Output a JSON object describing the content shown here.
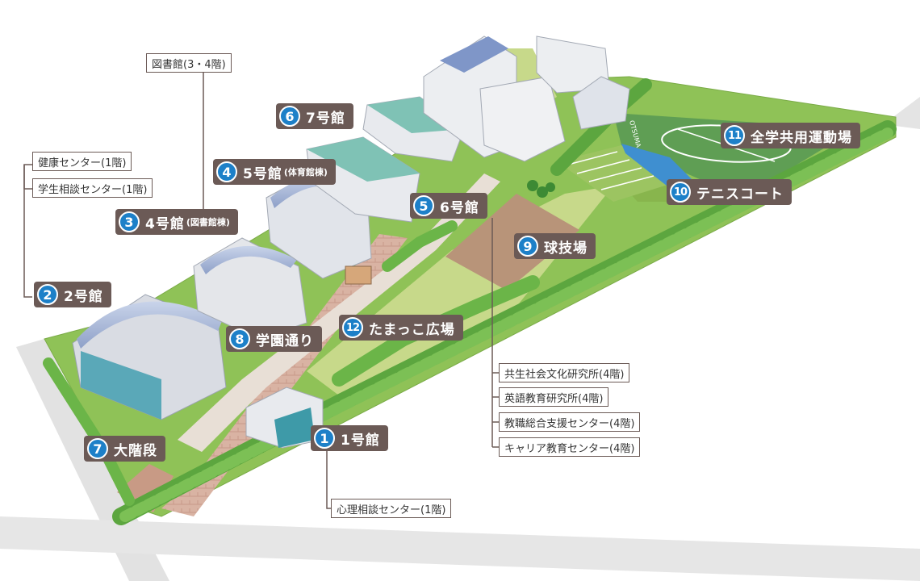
{
  "map": {
    "buildings": [
      {
        "id": "b1",
        "num": "1",
        "name": "1号館",
        "sub": ""
      },
      {
        "id": "b2",
        "num": "2",
        "name": "2号館",
        "sub": ""
      },
      {
        "id": "b3",
        "num": "3",
        "name": "4号館",
        "sub": "(図書館棟)"
      },
      {
        "id": "b4",
        "num": "4",
        "name": "5号館",
        "sub": "(体育館棟)"
      },
      {
        "id": "b5",
        "num": "5",
        "name": "6号館",
        "sub": ""
      },
      {
        "id": "b6",
        "num": "6",
        "name": "7号館",
        "sub": ""
      },
      {
        "id": "b7",
        "num": "7",
        "name": "大階段",
        "sub": ""
      },
      {
        "id": "b8",
        "num": "8",
        "name": "学園通り",
        "sub": ""
      },
      {
        "id": "b9",
        "num": "9",
        "name": "球技場",
        "sub": ""
      },
      {
        "id": "b10",
        "num": "10",
        "name": "テニスコート",
        "sub": ""
      },
      {
        "id": "b11",
        "num": "11",
        "name": "全学共用運動場",
        "sub": ""
      },
      {
        "id": "b12",
        "num": "12",
        "name": "たまっこ広場",
        "sub": ""
      }
    ],
    "facilities": {
      "library": "図書館(3・4階)",
      "health_center": "健康センター(1階)",
      "student_counseling": "学生相談センター(1階)",
      "psych_counseling": "心理相談センター(1階)",
      "coexistence_institute": "共生社会文化研究所(4階)",
      "english_institute": "英語教育研究所(4階)",
      "teacher_support": "教職総合支援センター(4階)",
      "career_center": "キャリア教育センター(4階)"
    },
    "field_text": "OTSUMA"
  },
  "colors": {
    "badge": "#1d80c8",
    "label_bg": "#6b5a56",
    "grass": "#b9d27a",
    "tree": "#5ca63f"
  }
}
